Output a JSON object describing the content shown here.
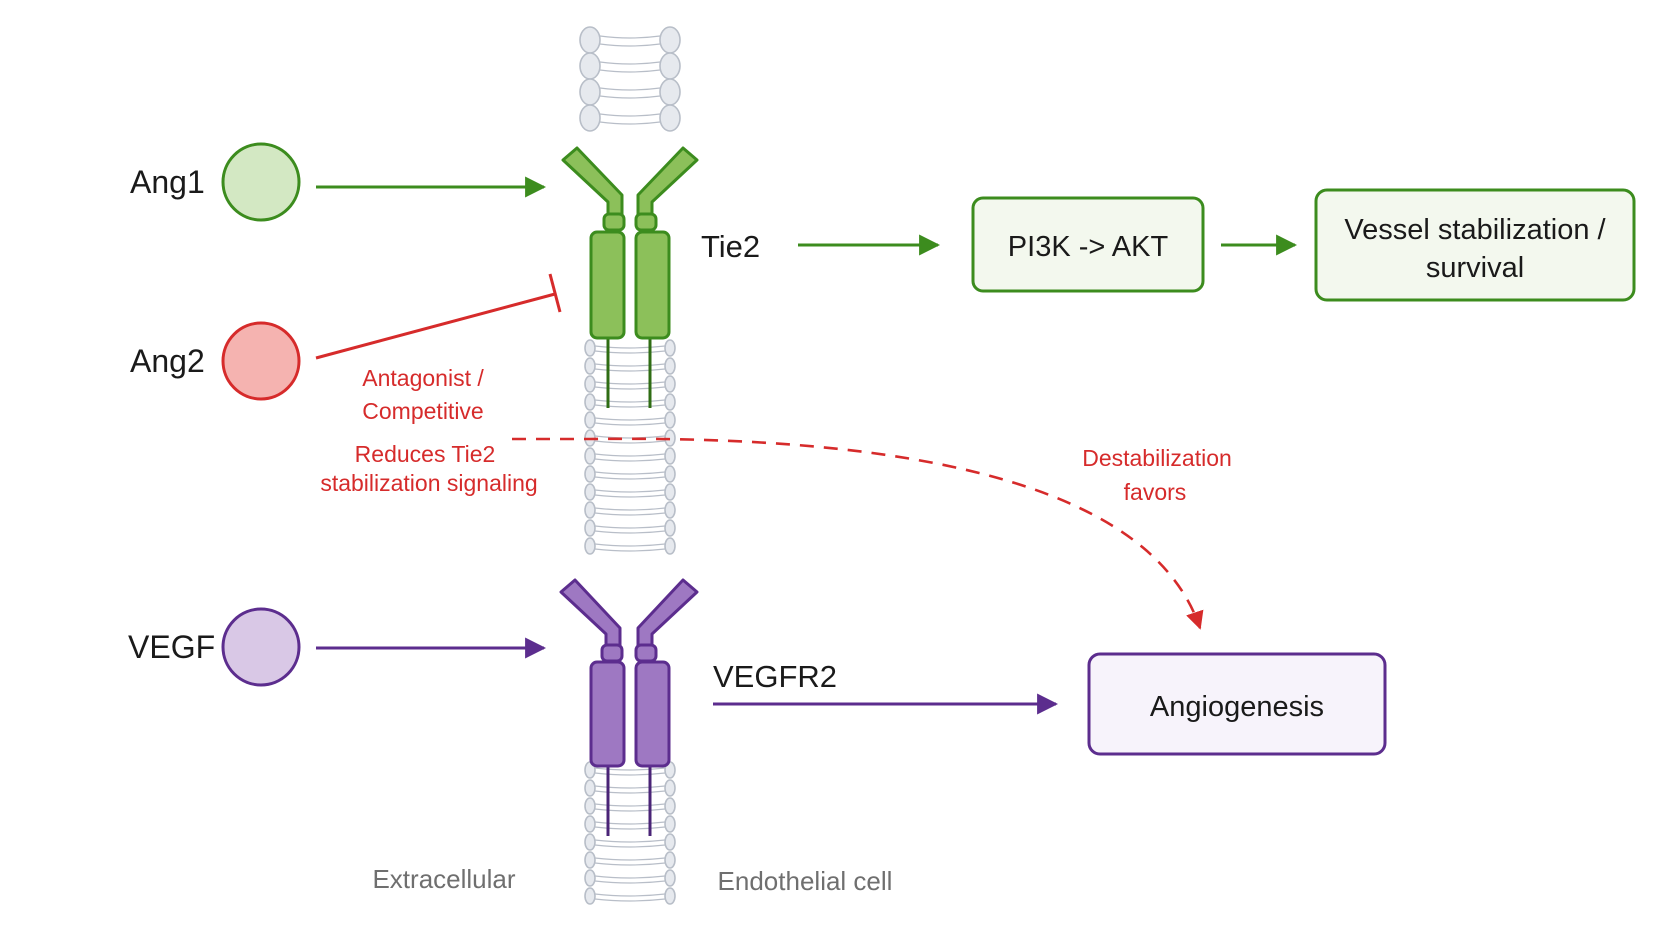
{
  "ligands": {
    "ang1": "Ang1",
    "ang2": "Ang2",
    "vegf": "VEGF"
  },
  "receptors": {
    "tie2": "Tie2",
    "vegfr2": "VEGFR2"
  },
  "boxes": {
    "pi3k_akt": "PI3K -> AKT",
    "vessel_line1": "Vessel stabilization /",
    "vessel_line2": "survival",
    "angiogenesis": "Angiogenesis"
  },
  "annotations": {
    "antagonist_line1": "Antagonist /",
    "antagonist_line2": "Competitive",
    "reduces_line1": "Reduces Tie2",
    "reduces_line2": "stabilization signaling",
    "destab_line1": "Destabilization",
    "destab_line2": "favors"
  },
  "regions": {
    "extracellular": "Extracellular",
    "endothelial": "Endothelial cell"
  },
  "colors": {
    "green": "#3c8c1e",
    "green_fill": "#8cc05a",
    "green_light": "#d3e8c3",
    "red": "#d62b2b",
    "red_fill": "#f5b3b0",
    "purple": "#5c2d8e",
    "purple_fill": "#9e78c2",
    "purple_light": "#d9c8e6",
    "membrane": "#b8bec8"
  }
}
